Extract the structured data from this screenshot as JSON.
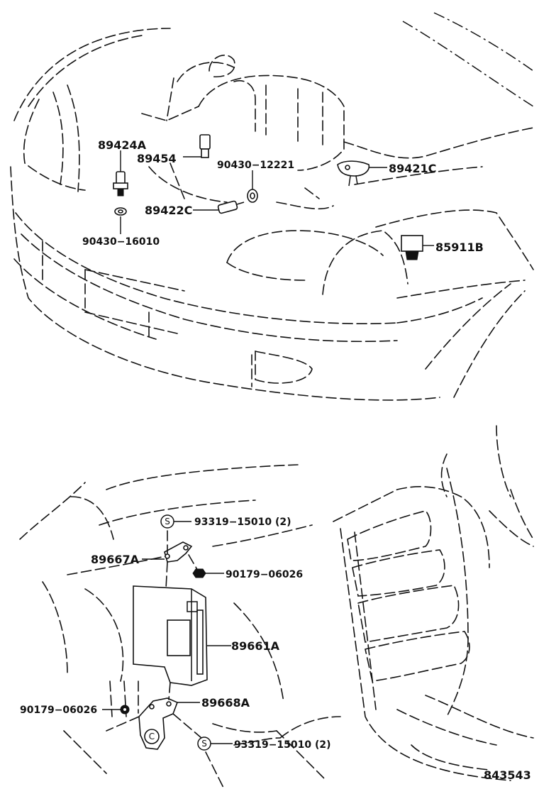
{
  "labels": {
    "p89424A": "89424A",
    "p89454": "89454",
    "p90430_12221": "90430−12221",
    "p89421C": "89421C",
    "p89422C": "89422C",
    "p90430_16010": "90430−16010",
    "p85911B": "85911B",
    "p93319_top": "93319−15010 (2)",
    "p89667A": "89667A",
    "p90179_right": "90179−06026",
    "p89661A": "89661A",
    "p90179_left": "90179−06026",
    "p89668A": "89668A",
    "p93319_bottom": "93319−15010 (2)"
  },
  "symbols": {
    "s_top": "S",
    "s_bottom": "S",
    "c_bracket": "C"
  },
  "figure_id": "843543"
}
